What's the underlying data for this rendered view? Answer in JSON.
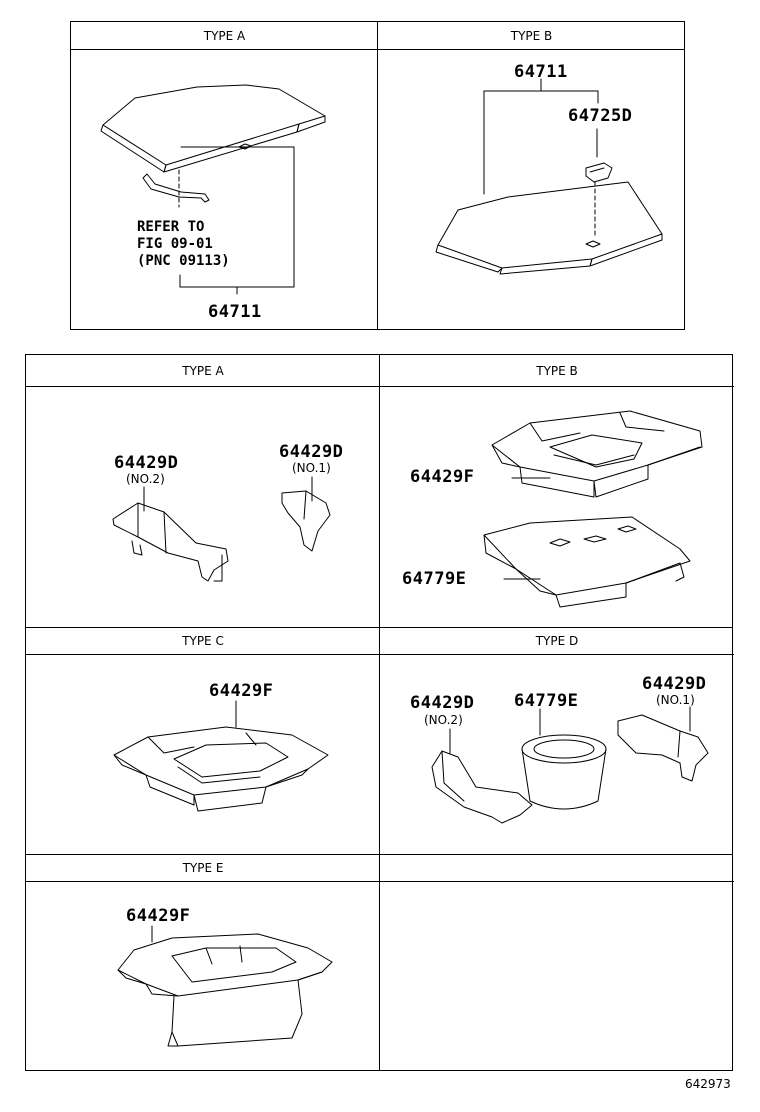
{
  "top_table": {
    "type_a": {
      "header": "TYPE A",
      "part": "64711",
      "note": [
        "REFER TO",
        "FIG 09-01",
        "(PNC 09113)"
      ]
    },
    "type_b": {
      "header": "TYPE B",
      "part_main": "64711",
      "part_clip": "64725D"
    }
  },
  "bottom_table": {
    "type_a": {
      "header": "TYPE A",
      "left_part": "64429D",
      "left_sub": "(NO.2)",
      "right_part": "64429D",
      "right_sub": "(NO.1)"
    },
    "type_b": {
      "header": "TYPE B",
      "upper_part": "64429F",
      "lower_part": "64779E"
    },
    "type_c": {
      "header": "TYPE C",
      "part": "64429F"
    },
    "type_d": {
      "header": "TYPE D",
      "left_part": "64429D",
      "left_sub": "(NO.2)",
      "mid_part": "64779E",
      "right_part": "64429D",
      "right_sub": "(NO.1)"
    },
    "type_e": {
      "header": "TYPE E",
      "part": "64429F"
    },
    "empty": {
      "header": ""
    }
  },
  "figure_number": "642973"
}
